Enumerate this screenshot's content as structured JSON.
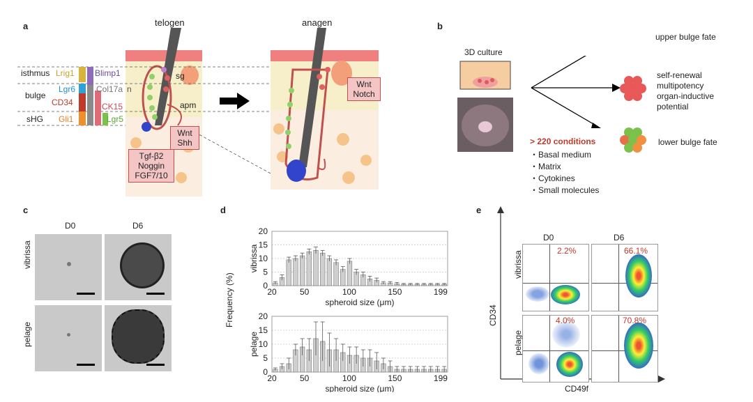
{
  "panels": {
    "a": "a",
    "b": "b",
    "c": "c",
    "d": "d",
    "e": "e"
  },
  "panel_a": {
    "telogen": "telogen",
    "anagen": "anagen",
    "regions": [
      "isthmus",
      "bulge",
      "sHG"
    ],
    "markers": {
      "lrig1": "Lrig1",
      "blimp1": "Blimp1",
      "lgr6": "Lgr6",
      "col17a": "Col17a",
      "n": "n",
      "cd34": "CD34",
      "ck15": "CK15",
      "gli1": "Gli1",
      "lgr5": "Lgr5"
    },
    "sg": "sg",
    "apm": "apm",
    "signals1": [
      "Wnt",
      "Shh"
    ],
    "signals2": [
      "Tgf-β2",
      "Noggin",
      "FGF7/10"
    ],
    "signals3": [
      "Wnt",
      "Notch"
    ]
  },
  "panel_b": {
    "culture_label": "3D culture",
    "conditions_title": "> 220 conditions",
    "conditions": [
      "・Basal medium",
      "・Matrix",
      "・Cytokines",
      "・Small molecules"
    ],
    "fates": [
      "upper bulge fate",
      "self-renewal",
      "multipotency",
      "organ-inductive",
      "potential",
      "lower bulge fate"
    ]
  },
  "panel_c": {
    "cols": [
      "D0",
      "D6"
    ],
    "rows": [
      "vibrissa",
      "pelage"
    ]
  },
  "panel_e": {
    "cols": [
      "D0",
      "D6"
    ],
    "rows": [
      "vibrissa",
      "pelage"
    ],
    "percentages": [
      "2.2%",
      "66.1%",
      "4.0%",
      "70.8%"
    ],
    "ylabel": "CD34",
    "xlabel": "CD49f"
  },
  "chart_data": [
    {
      "type": "bar",
      "name": "vibrissa",
      "ylabel": "vibrissa",
      "xlabel": "spheroid  size (μm)",
      "x": [
        20,
        27,
        34,
        41,
        48,
        55,
        62,
        69,
        76,
        83,
        90,
        97,
        104,
        111,
        118,
        125,
        132,
        139,
        146,
        153,
        160,
        167,
        174,
        181,
        188,
        195
      ],
      "values": [
        1,
        3,
        9.5,
        10,
        11,
        12.5,
        13,
        12,
        10,
        8.5,
        6,
        9,
        5,
        4,
        2.5,
        2,
        1,
        1,
        0.7,
        0.5,
        0.5,
        0.5,
        0.5,
        0.5,
        0.5,
        0.5
      ],
      "errors": [
        0.5,
        1,
        1,
        1,
        1,
        1,
        1.2,
        1,
        1,
        1,
        1,
        1,
        1,
        1,
        1,
        0.8,
        0.5,
        0.5,
        0.5,
        0.3,
        0.3,
        0.3,
        0.3,
        0.3,
        0.3,
        0.3
      ],
      "ylim": [
        0,
        20
      ],
      "yticks": [
        0,
        5,
        10,
        15,
        20
      ],
      "xticks": [
        "20",
        "50",
        "100",
        "150",
        "199"
      ]
    },
    {
      "type": "bar",
      "name": "pelage",
      "ylabel": "pelage",
      "xlabel": "spheroid  size (μm)",
      "x": [
        20,
        27,
        34,
        41,
        48,
        55,
        62,
        69,
        76,
        83,
        90,
        97,
        104,
        111,
        118,
        125,
        132,
        139,
        146,
        153,
        160,
        167,
        174,
        181,
        188,
        195
      ],
      "values": [
        1,
        2,
        3,
        8,
        9,
        8,
        12,
        11,
        8,
        8,
        7,
        6,
        6,
        5,
        5,
        4,
        3,
        2,
        1,
        1,
        1,
        1,
        1,
        1,
        1,
        1
      ],
      "errors": [
        0.5,
        1,
        2,
        2,
        3,
        4,
        6,
        7,
        6,
        4,
        3,
        3,
        3,
        3,
        3,
        3,
        2,
        2,
        1,
        1,
        1,
        1,
        1,
        1,
        1,
        1
      ],
      "ylim": [
        0,
        20
      ],
      "yticks": [
        0,
        5,
        10,
        15,
        20
      ],
      "xticks": [
        "20",
        "50",
        "100",
        "150",
        "199"
      ]
    }
  ],
  "d_shared": {
    "ylabel": "Frequency (%)"
  }
}
